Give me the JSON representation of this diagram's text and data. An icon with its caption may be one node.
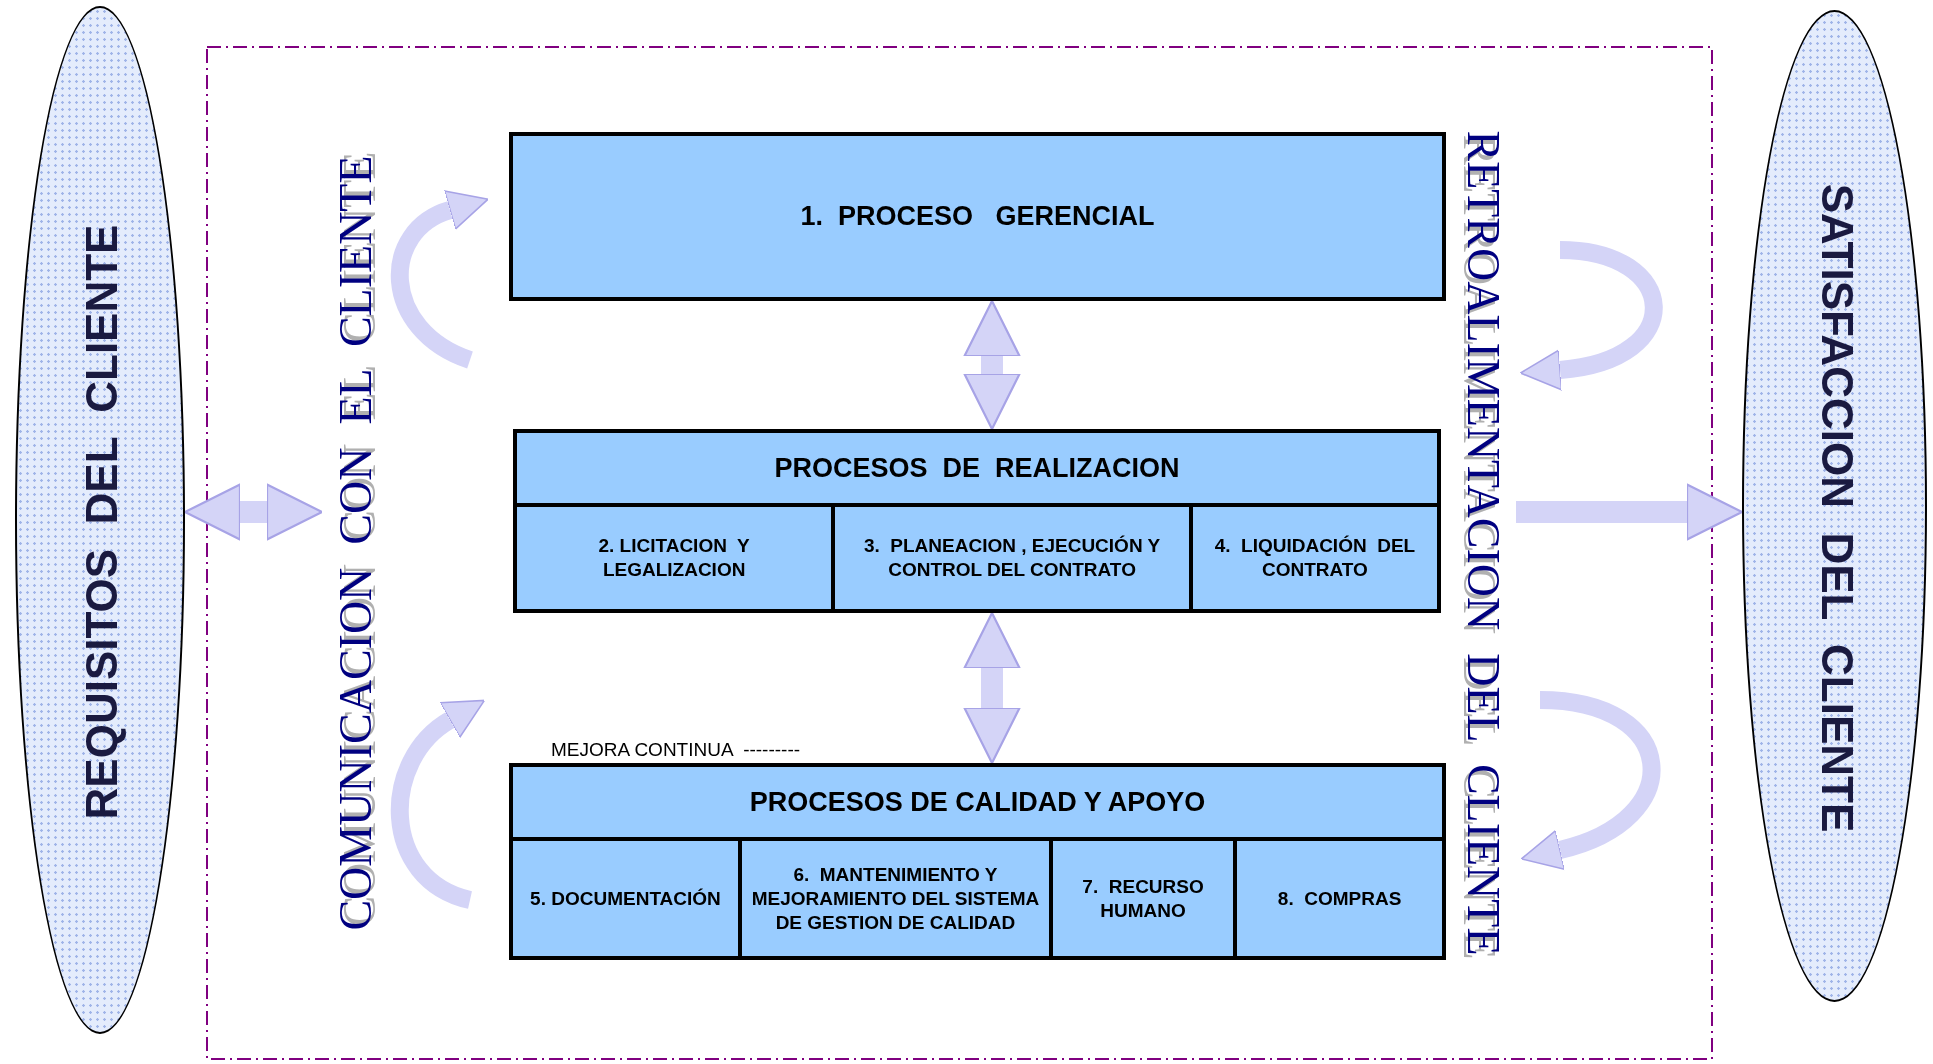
{
  "diagram": {
    "nodes": [
      {
        "text": [
          "REQUISITOS  DEL  CLIENTE"
        ]
      },
      {
        "text": [
          "1.  PROCESO   GERENCIAL"
        ]
      },
      {
        "text": [
          "PROCESOS  DE  REALIZACION"
        ]
      },
      {
        "text": [
          "2. LICITACION  Y LEGALIZACION"
        ],
        "in": 2
      },
      {
        "text": [
          "3.  PLANEACION , EJECUCIÓN Y CONTROL DEL CONTRATO"
        ],
        "in": 2
      },
      {
        "text": [
          "4.  LIQUIDACIÓN  DEL CONTRATO"
        ],
        "in": 2
      },
      {
        "text": [
          "PROCESOS DE CALIDAD Y APOYO"
        ]
      },
      {
        "text": [
          "5. DOCUMENTACIÓN"
        ],
        "in": 6
      },
      {
        "text": [
          "6.  MANTENIMIENTO Y MEJORAMIENTO DEL SISTEMA DE GESTION DE CALIDAD"
        ],
        "in": 6
      },
      {
        "text": [
          "7.  RECURSO HUMANO"
        ],
        "in": 6
      },
      {
        "text": [
          "8.  COMPRAS"
        ],
        "in": 6
      },
      {
        "text": [
          "COMUNICACION  CON  EL  CLIENTE"
        ]
      },
      {
        "text": [
          "RETROALIMENTACION  DEL  CLIENTE"
        ]
      },
      {
        "text": [
          "SATISFACCION  DEL  CLIENTE"
        ]
      }
    ],
    "edges": [
      {
        "from": 0,
        "to": 11,
        "arrow": "both"
      },
      {
        "from": 1,
        "to": 2,
        "arrow": "both"
      },
      {
        "from": 2,
        "to": 6,
        "arrow": "both"
      },
      {
        "from": 12,
        "to": 13,
        "arrow": "to"
      }
    ],
    "labels": [
      "MEJORA CONTINUA  ---------"
    ]
  }
}
